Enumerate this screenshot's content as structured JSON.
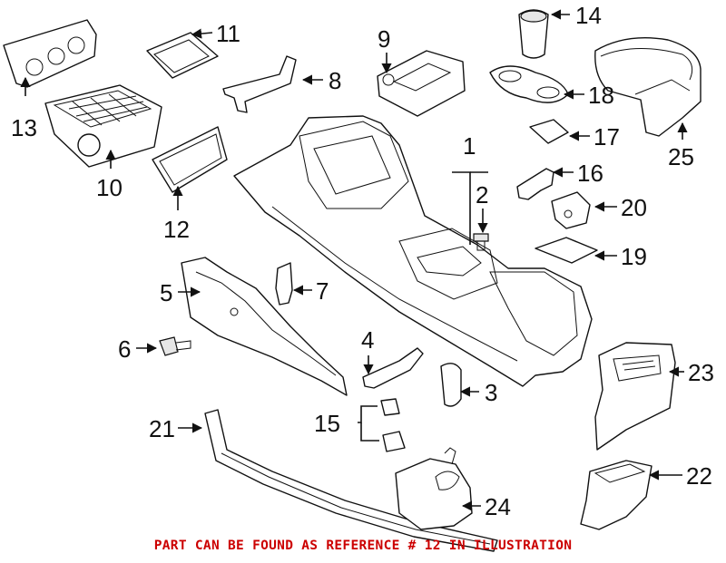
{
  "callouts": {
    "c1": "1",
    "c2": "2",
    "c3": "3",
    "c4": "4",
    "c5": "5",
    "c6": "6",
    "c7": "7",
    "c8": "8",
    "c9": "9",
    "c10": "10",
    "c11": "11",
    "c12": "12",
    "c13": "13",
    "c14": "14",
    "c15": "15",
    "c16": "16",
    "c17": "17",
    "c18": "18",
    "c19": "19",
    "c20": "20",
    "c21": "21",
    "c22": "22",
    "c23": "23",
    "c24": "24",
    "c25": "25"
  },
  "caption": {
    "text": "PART CAN BE FOUND AS REFERENCE # 12 IN ILLUSTRATION",
    "color": "#cc0000"
  },
  "colors": {
    "ink": "#111111",
    "paper": "#ffffff"
  }
}
